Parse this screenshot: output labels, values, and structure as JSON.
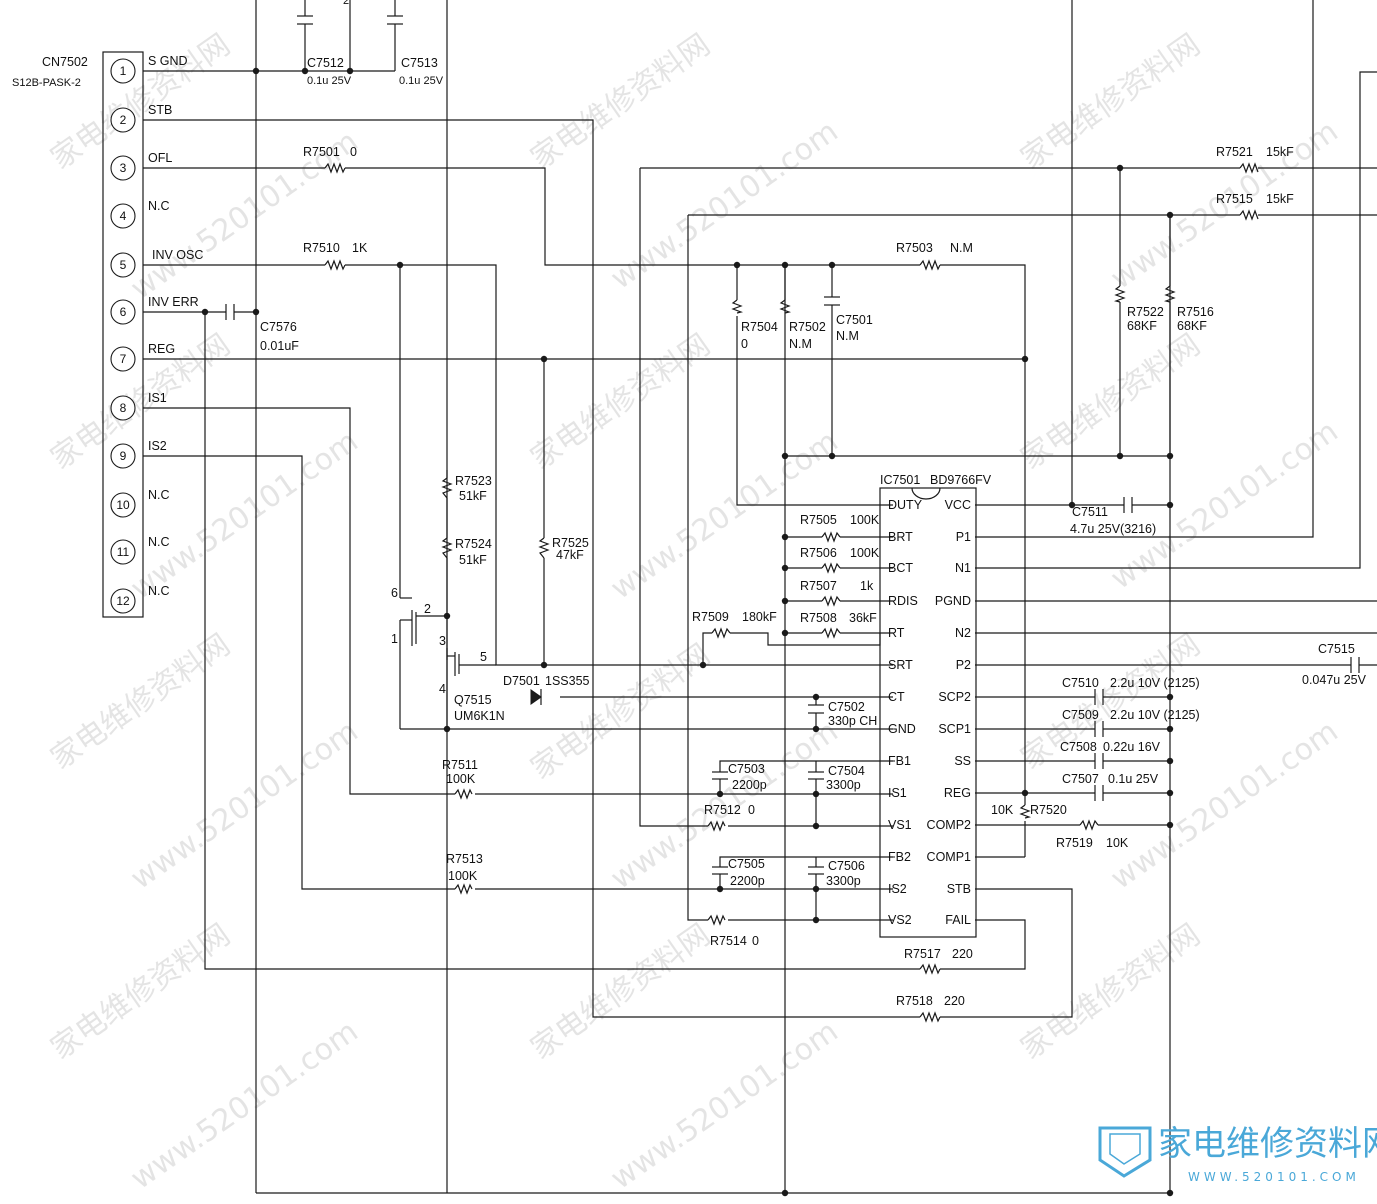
{
  "connector": {
    "ref": "CN7502",
    "part": "S12B-PASK-2",
    "pins": [
      {
        "num": "1",
        "label": "S GND"
      },
      {
        "num": "2",
        "label": "STB"
      },
      {
        "num": "3",
        "label": "OFL"
      },
      {
        "num": "4",
        "label": "N.C"
      },
      {
        "num": "5",
        "label": "INV OSC"
      },
      {
        "num": "6",
        "label": "INV ERR"
      },
      {
        "num": "7",
        "label": "REG"
      },
      {
        "num": "8",
        "label": "IS1"
      },
      {
        "num": "9",
        "label": "IS2"
      },
      {
        "num": "10",
        "label": "N.C"
      },
      {
        "num": "11",
        "label": "N.C"
      },
      {
        "num": "12",
        "label": "N.C"
      }
    ]
  },
  "ic": {
    "ref": "IC7501",
    "part": "BD9766FV",
    "left_pins": [
      "DUTY",
      "BRT",
      "BCT",
      "RDIS",
      "RT",
      "SRT",
      "CT",
      "GND",
      "FB1",
      "IS1",
      "VS1",
      "FB2",
      "IS2",
      "VS2"
    ],
    "right_pins": [
      "VCC",
      "P1",
      "N1",
      "PGND",
      "N2",
      "P2",
      "SCP2",
      "SCP1",
      "SS",
      "REG",
      "COMP2",
      "COMP1",
      "STB",
      "FAIL"
    ]
  },
  "transistor": {
    "ref": "Q7515",
    "part": "UM6K1N",
    "pins": [
      "6",
      "2",
      "1",
      "3",
      "5",
      "4"
    ]
  },
  "diode": {
    "ref": "D7501",
    "part": "1SS355"
  },
  "components": {
    "c7512": {
      "ref": "C7512",
      "value": "0.1u 25V"
    },
    "c7513": {
      "ref": "C7513",
      "value": "0.1u 25V"
    },
    "r7501": {
      "ref": "R7501",
      "value": "0"
    },
    "r7510": {
      "ref": "R7510",
      "value": "1K"
    },
    "c7576": {
      "ref": "C7576",
      "value": "0.01uF"
    },
    "r7503": {
      "ref": "R7503",
      "value": "N.M"
    },
    "r7504": {
      "ref": "R7504",
      "value": "0"
    },
    "r7502": {
      "ref": "R7502",
      "value": "N.M"
    },
    "c7501": {
      "ref": "C7501",
      "value": "N.M"
    },
    "r7521": {
      "ref": "R7521",
      "value": "15kF"
    },
    "r7515": {
      "ref": "R7515",
      "value": "15kF"
    },
    "r7522": {
      "ref": "R7522",
      "value": "68KF"
    },
    "r7516": {
      "ref": "R7516",
      "value": "68KF"
    },
    "r7523": {
      "ref": "R7523",
      "value": "51kF"
    },
    "r7524": {
      "ref": "R7524",
      "value": "51kF"
    },
    "r7525": {
      "ref": "R7525",
      "value": "47kF"
    },
    "r7505": {
      "ref": "R7505",
      "value": "100K"
    },
    "r7506": {
      "ref": "R7506",
      "value": "100K"
    },
    "r7507": {
      "ref": "R7507",
      "value": "1k"
    },
    "r7508": {
      "ref": "R7508",
      "value": "36kF"
    },
    "r7509": {
      "ref": "R7509",
      "value": "180kF"
    },
    "c7511": {
      "ref": "C7511",
      "value": "4.7u 25V(3216)"
    },
    "c7502": {
      "ref": "C7502",
      "value": "330p CH"
    },
    "c7515": {
      "ref": "C7515",
      "value": "0.047u 25V"
    },
    "c7510": {
      "ref": "C7510",
      "value": "2.2u  10V  (2125)"
    },
    "c7509": {
      "ref": "C7509",
      "value": "2.2u  10V  (2125)"
    },
    "c7508": {
      "ref": "C7508",
      "value": "0.22u  16V"
    },
    "c7507": {
      "ref": "C7507",
      "value": "0.1u   25V"
    },
    "r7520": {
      "ref": "R7520",
      "value": "10K"
    },
    "r7519": {
      "ref": "R7519",
      "value": "10K"
    },
    "r7511": {
      "ref": "R7511",
      "value": "100K"
    },
    "r7513": {
      "ref": "R7513",
      "value": "100K"
    },
    "c7503": {
      "ref": "C7503",
      "value": "2200p"
    },
    "c7504": {
      "ref": "C7504",
      "value": "3300p"
    },
    "c7505": {
      "ref": "C7505",
      "value": "2200p"
    },
    "c7506": {
      "ref": "C7506",
      "value": "3300p"
    },
    "r7512": {
      "ref": "R7512",
      "value": "0"
    },
    "r7514": {
      "ref": "R7514",
      "value": "0"
    },
    "r7517": {
      "ref": "R7517",
      "value": "220"
    },
    "r7518": {
      "ref": "R7518",
      "value": "220"
    }
  },
  "watermark": {
    "cn": "家电维修资料网",
    "url": "www.520101.com",
    "logo_url": "WWW.520101.COM"
  }
}
